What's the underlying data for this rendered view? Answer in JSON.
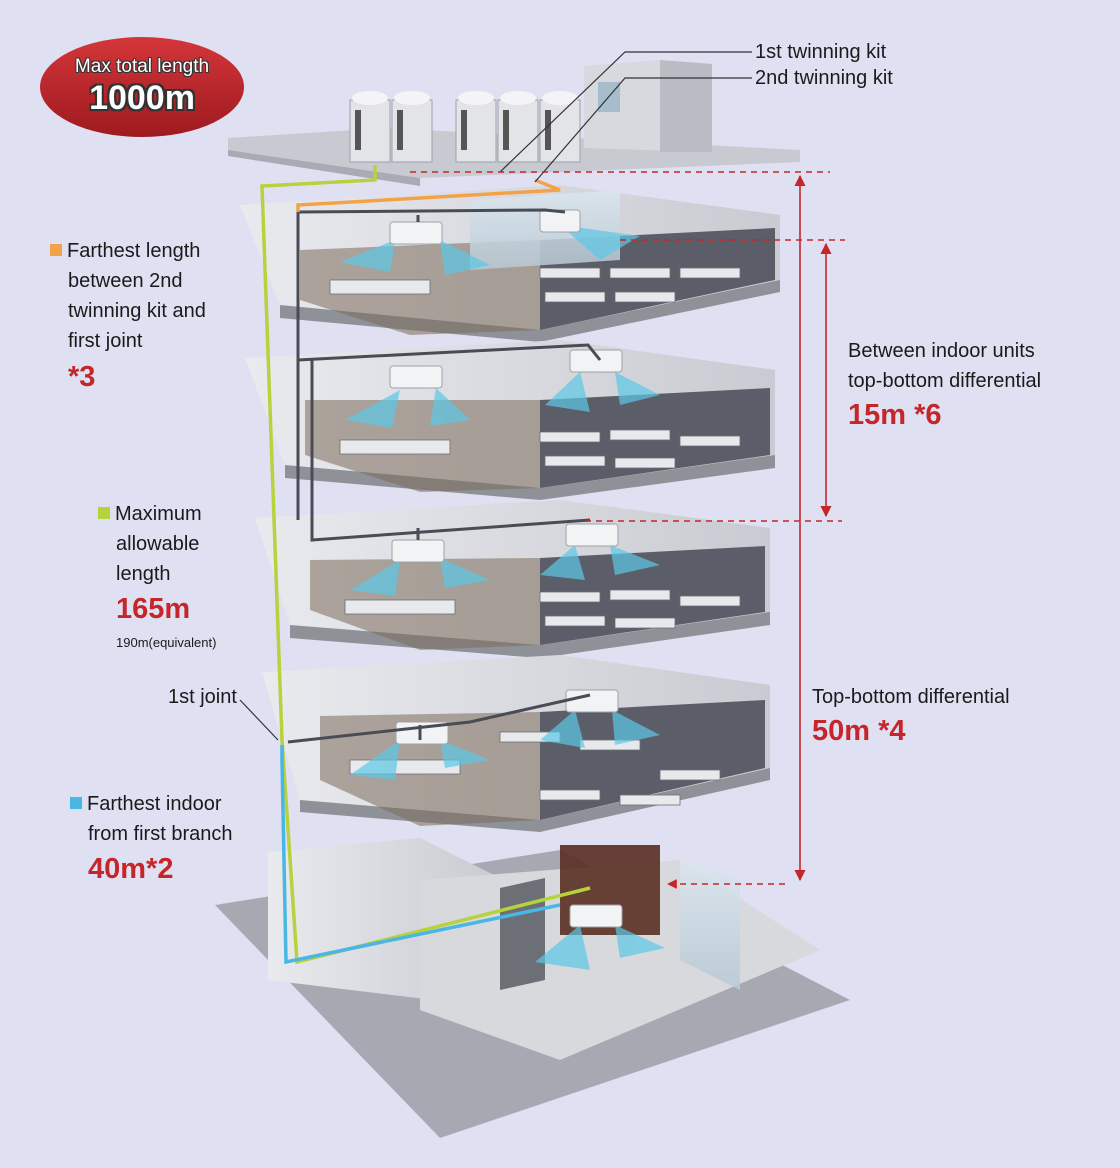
{
  "badge": {
    "title": "Max total length",
    "value": "1000m"
  },
  "callouts": {
    "twinning_kit_1": "1st twinning kit",
    "twinning_kit_2": "2nd twinning kit",
    "first_joint": "1st joint"
  },
  "legend": {
    "farthest_twinning": {
      "color": "#f4a24a",
      "lines": [
        "Farthest length",
        "between 2nd",
        "twinning kit and",
        "first joint"
      ],
      "value": "*3"
    },
    "max_allowable": {
      "color": "#b5d33d",
      "lines": [
        "Maximum",
        "allowable",
        "length"
      ],
      "value": "165m",
      "note": "190m(equivalent)"
    },
    "farthest_indoor": {
      "color": "#49b6e3",
      "lines": [
        "Farthest indoor",
        "from first branch"
      ],
      "value": "40m*2"
    }
  },
  "dimensions": {
    "indoor_differential": {
      "lines": [
        "Between indoor units",
        "top-bottom differential"
      ],
      "value": "15m *6"
    },
    "top_bottom": {
      "label": "Top-bottom differential",
      "value": "50m *4"
    }
  },
  "colors": {
    "background": "#dfe0f2",
    "accent_red": "#c5262b",
    "badge_red": "#b51e24",
    "pipe_green": "#b5d33d",
    "pipe_orange": "#f4a24a",
    "pipe_blue": "#49b6e3",
    "airflow": "#5cc8e6"
  }
}
